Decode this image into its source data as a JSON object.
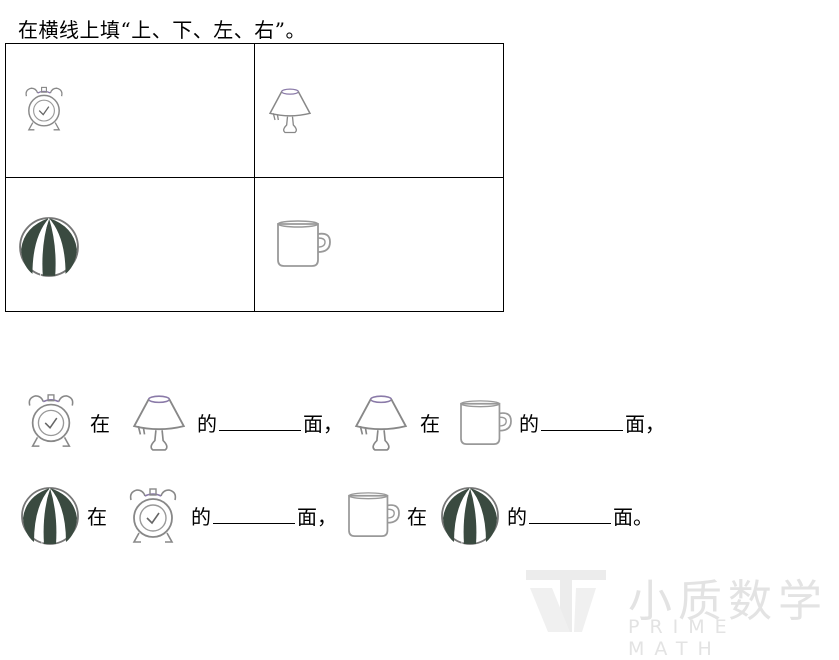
{
  "instruction": "在横线上填“上、下、左、右”。",
  "grid_icons": [
    "clock-icon",
    "lamp-icon",
    "ball-icon",
    "cup-icon"
  ],
  "sentences": [
    {
      "parts": [
        {
          "type": "icon",
          "name": "clock-icon"
        },
        {
          "type": "text",
          "value": "在"
        },
        {
          "type": "icon",
          "name": "lamp-icon"
        },
        {
          "type": "text",
          "value": "的"
        },
        {
          "type": "blank"
        },
        {
          "type": "text",
          "value": "面，"
        },
        {
          "type": "icon",
          "name": "lamp-icon"
        },
        {
          "type": "text",
          "value": "在"
        },
        {
          "type": "icon",
          "name": "cup-icon"
        },
        {
          "type": "text",
          "value": "的"
        },
        {
          "type": "blank"
        },
        {
          "type": "text",
          "value": "面，"
        }
      ]
    },
    {
      "parts": [
        {
          "type": "icon",
          "name": "ball-icon"
        },
        {
          "type": "text",
          "value": "在"
        },
        {
          "type": "icon",
          "name": "clock-icon"
        },
        {
          "type": "text",
          "value": "的"
        },
        {
          "type": "blank"
        },
        {
          "type": "text",
          "value": "面，"
        },
        {
          "type": "icon",
          "name": "cup-icon"
        },
        {
          "type": "text",
          "value": "在"
        },
        {
          "type": "icon",
          "name": "ball-icon"
        },
        {
          "type": "text",
          "value": "的"
        },
        {
          "type": "blank"
        },
        {
          "type": "text",
          "value": "面。"
        }
      ]
    }
  ],
  "s1": {
    "t1": "在",
    "t2": "的",
    "t3": "面，",
    "t4": "在",
    "t5": "的",
    "t6": "面，"
  },
  "s2": {
    "t1": "在",
    "t2": "的",
    "t3": "面，",
    "t4": "在",
    "t5": "的",
    "t6": "面。"
  },
  "watermark": {
    "name": "小质数学",
    "sub": "PRIME MATH"
  },
  "colors": {
    "line": "#000000",
    "ball_dark": "#3a4a40",
    "watermark": "#e3e3e3"
  }
}
